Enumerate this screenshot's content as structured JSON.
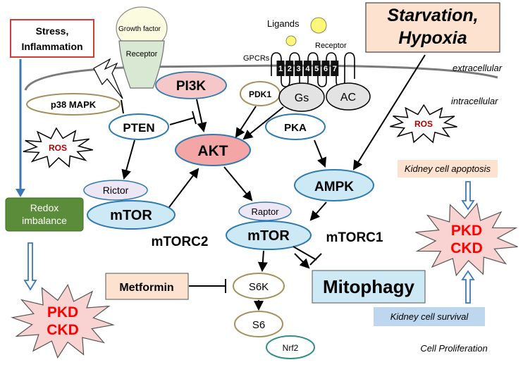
{
  "labels": {
    "stress": "Stress,",
    "inflammation": "Inflammation",
    "growth_factor": "Growth factor",
    "receptor_left": "Receptor",
    "ligands": "Ligands",
    "receptor_right": "Receptor",
    "gpcrs": "GPCRs",
    "starvation": "Starvation,",
    "hypoxia": "Hypoxia",
    "extracellular": "extracellular",
    "intracellular": "intracellular",
    "p38": "p38 MAPK",
    "pi3k": "PI3K",
    "pdk1": "PDK1",
    "gs": "Gs",
    "ac": "AC",
    "pten": "PTEN",
    "pka": "PKA",
    "ros": "ROS",
    "akt": "AKT",
    "apoptosis": "Kidney cell apoptosis",
    "ampk": "AMPK",
    "rictor": "Rictor",
    "redox_line1": "Redox",
    "redox_line2": "imbalance",
    "mtor_left": "mTOR",
    "raptor": "Raptor",
    "pkd": "PKD",
    "ckd": "CKD",
    "mtorc2": "mTORC2",
    "mtor_center": "mTOR",
    "mtorc1": "mTORC1",
    "metformin": "Metformin",
    "s6k": "S6K",
    "mitophagy": "Mitophagy",
    "s6": "S6",
    "survival": "Kidney cell survival",
    "nrf2": "Nrf2",
    "proliferation": "Cell Proliferation"
  },
  "gpcr_segments": [
    "1",
    "2",
    "3",
    "4",
    "5",
    "6",
    "7"
  ],
  "colors": {
    "pink": "#f6c7c9",
    "pink_stroke": "#c9a3a5",
    "blue_fill": "#cde9f5",
    "blue_stroke": "#2f7bb0",
    "olive_stroke": "#a5915a",
    "green": "#5b8c3a",
    "orange_box": "#fde3cf",
    "red_text": "#ff0000",
    "dark_red": "#b00000",
    "arrow_blue": "#3a79b5"
  }
}
